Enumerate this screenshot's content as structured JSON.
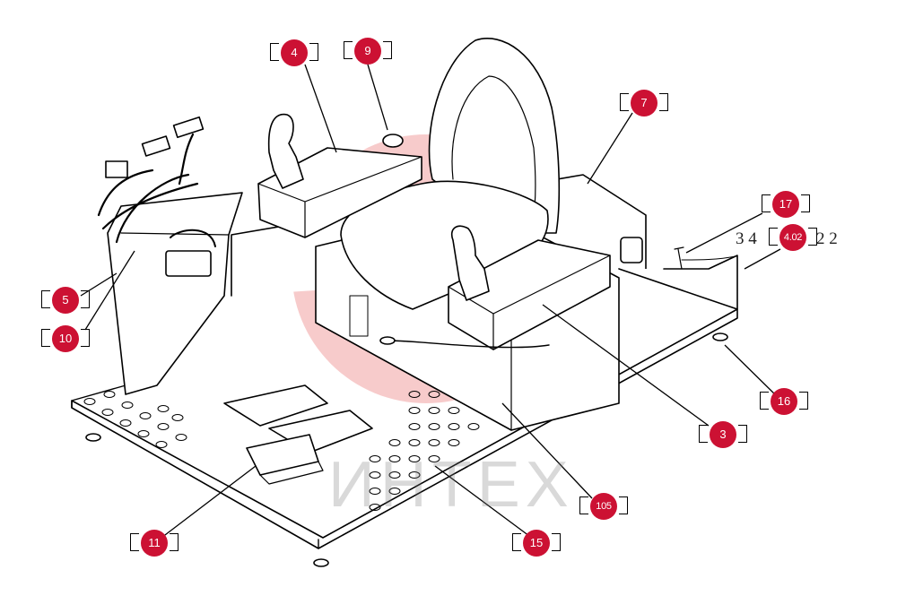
{
  "watermark": {
    "text": "ИНТЕХ"
  },
  "stray_text": {
    "left": "3 4",
    "right": "2 2"
  },
  "callouts": [
    {
      "id": "4",
      "label": "4"
    },
    {
      "id": "9",
      "label": "9"
    },
    {
      "id": "7",
      "label": "7"
    },
    {
      "id": "17",
      "label": "17"
    },
    {
      "id": "4.02",
      "label": "4.02"
    },
    {
      "id": "5",
      "label": "5"
    },
    {
      "id": "10",
      "label": "10"
    },
    {
      "id": "16",
      "label": "16"
    },
    {
      "id": "3",
      "label": "3"
    },
    {
      "id": "105",
      "label": "105"
    },
    {
      "id": "11",
      "label": "11"
    },
    {
      "id": "15",
      "label": "15"
    }
  ],
  "colors": {
    "callout": "#cc1133",
    "watermark": "#f3b0b0",
    "line": "#000000"
  }
}
